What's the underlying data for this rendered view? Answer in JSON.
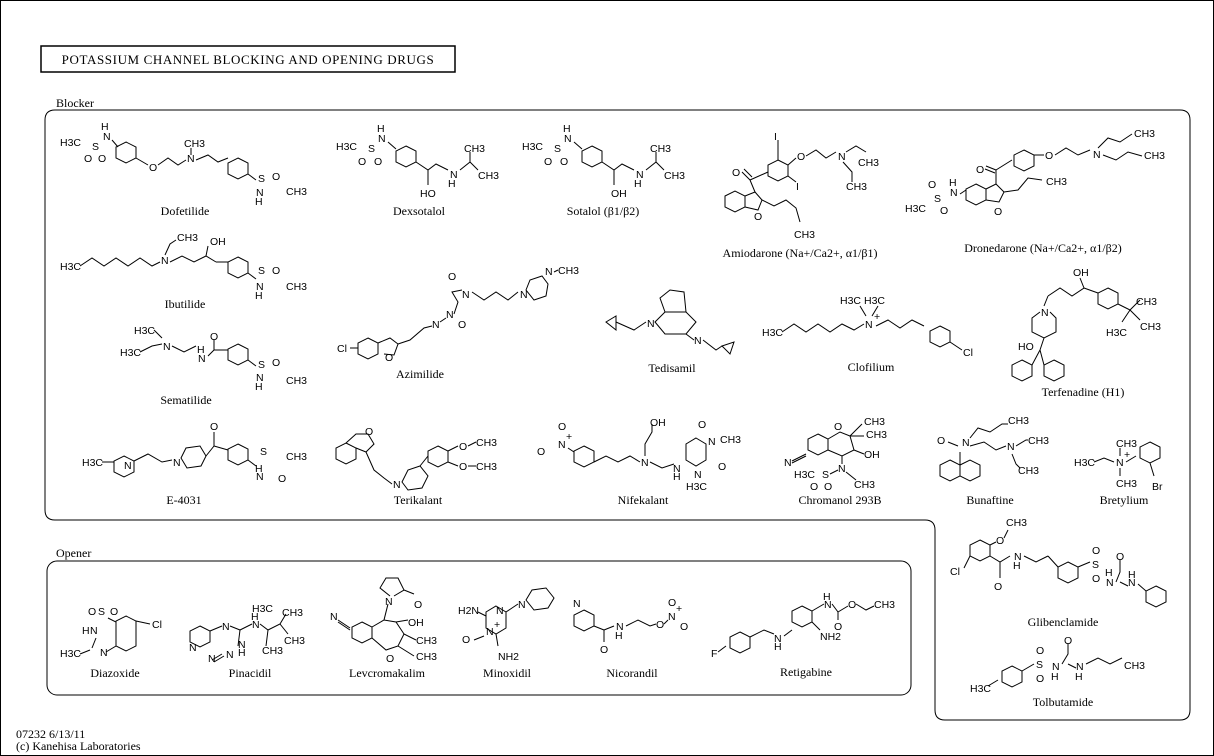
{
  "title": "POTASSIUM CHANNEL BLOCKING AND OPENING DRUGS",
  "groups": {
    "blocker": "Blocker",
    "opener": "Opener"
  },
  "drugs": {
    "dofetilide": "Dofetilide",
    "dexsotalol": "Dexsotalol",
    "sotalol": "Sotalol (β1/β2)",
    "amiodarone": "Amiodarone (Na+/Ca2+, α1/β1)",
    "dronedarone": "Dronedarone (Na+/Ca2+, α1/β2)",
    "ibutilide": "Ibutilide",
    "azimilide": "Azimilide",
    "tedisamil": "Tedisamil",
    "clofilium": "Clofilium",
    "terfenadine": "Terfenadine (H1)",
    "sematilide": "Sematilide",
    "e4031": "E-4031",
    "terikalant": "Terikalant",
    "nifekalant": "Nifekalant",
    "chromanol": "Chromanol 293B",
    "bunaftine": "Bunaftine",
    "bretylium": "Bretylium",
    "glibenclamide": "Glibenclamide",
    "tolbutamide": "Tolbutamide",
    "diazoxide": "Diazoxide",
    "pinacidil": "Pinacidil",
    "levcromakalim": "Levcromakalim",
    "minoxidil": "Minoxidil",
    "nicorandil": "Nicorandil",
    "retigabine": "Retigabine"
  },
  "atoms": {
    "h3c": "H3C",
    "ch3": "CH3",
    "n": "N",
    "h": "H",
    "s": "S",
    "o": "O",
    "oh": "OH",
    "ho": "HO",
    "i": "I",
    "cl": "Cl",
    "f": "F",
    "br": "Br",
    "nh2": "NH2",
    "h2n": "H2N",
    "plus": "+"
  },
  "footer": {
    "code": "07232 6/13/11",
    "copyright": "(c) Kanehisa Laboratories"
  }
}
